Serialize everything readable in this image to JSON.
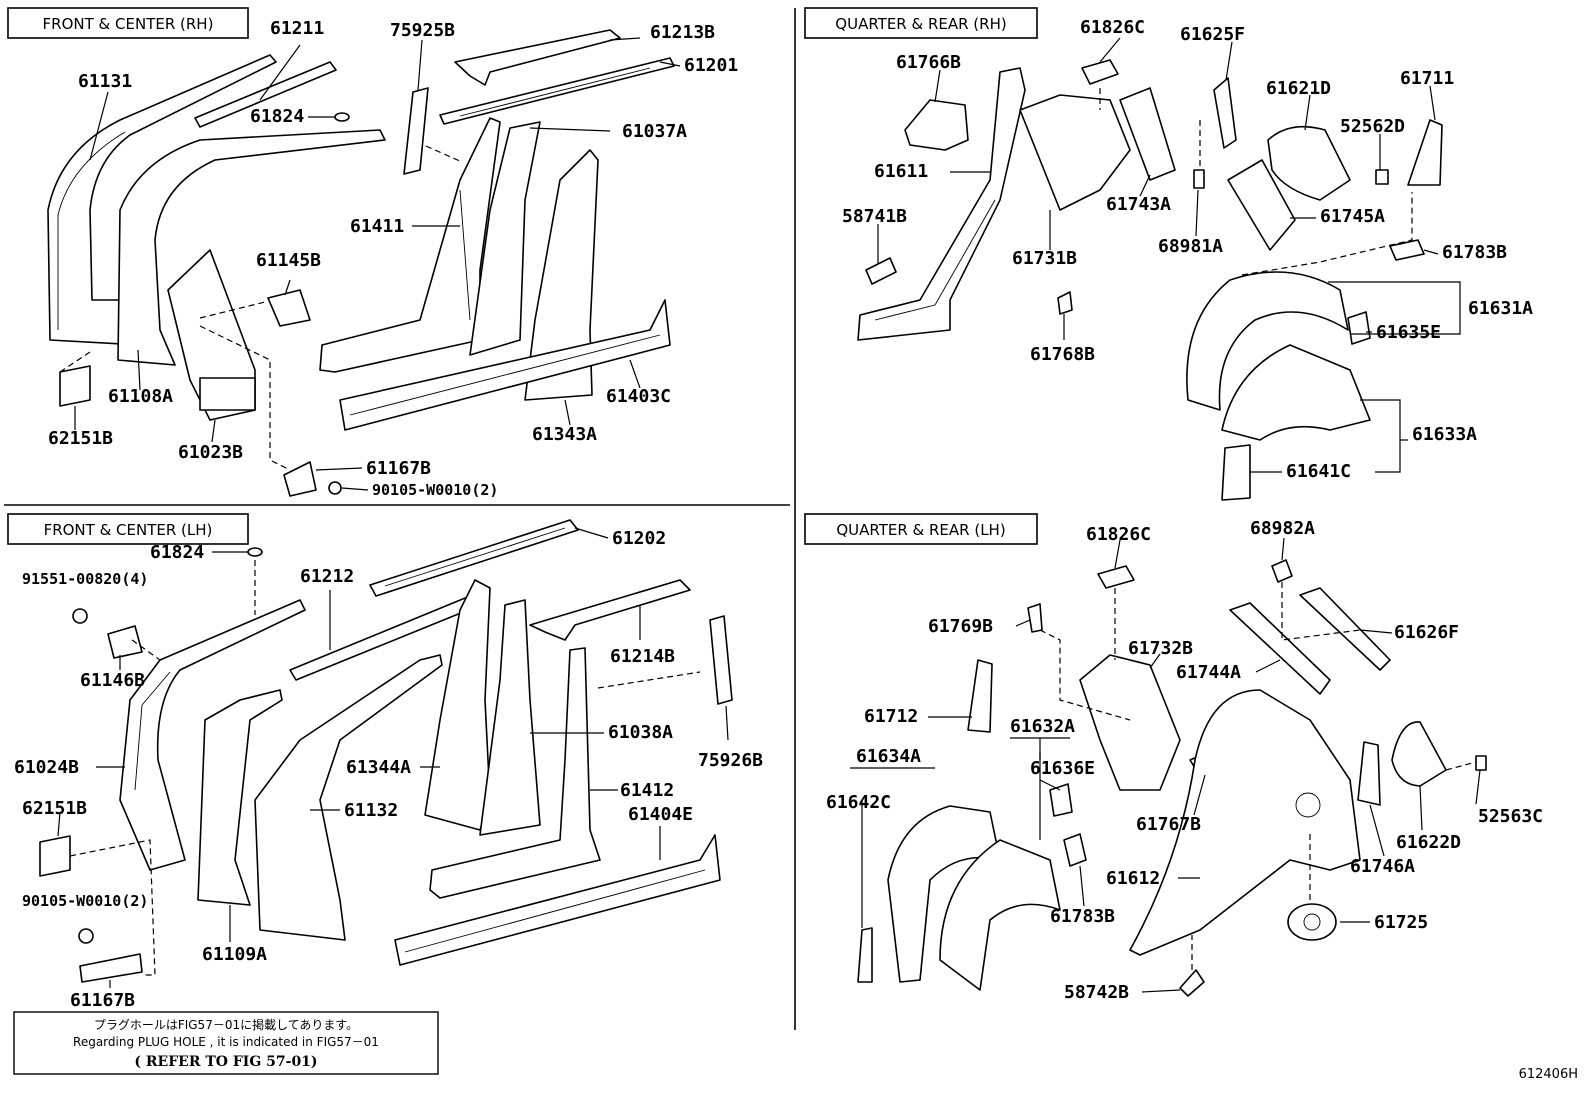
{
  "sections": {
    "front_rh": "FRONT & CENTER (RH)",
    "front_lh": "FRONT & CENTER (LH)",
    "quarter_rh": "QUARTER & REAR (RH)",
    "quarter_lh": "QUARTER & REAR (LH)"
  },
  "labels": {
    "p61211": "61211",
    "p75925B": "75925B",
    "p61213B": "61213B",
    "p61131": "61131",
    "p61201": "61201",
    "p61824_rh": "61824",
    "p61037A": "61037A",
    "p61411": "61411",
    "p61145B": "61145B",
    "p62151B_rh": "62151B",
    "p61108A": "61108A",
    "p61023B": "61023B",
    "p61343A": "61343A",
    "p61403C": "61403C",
    "p61167B_rh": "61167B",
    "p90105_rh": "90105-W0010(2)",
    "p61766B": "61766B",
    "p61826C_rh": "61826C",
    "p61625F": "61625F",
    "p61621D": "61621D",
    "p61711": "61711",
    "p52562D": "52562D",
    "p61611": "61611",
    "p61743A": "61743A",
    "p58741B": "58741B",
    "p61745A": "61745A",
    "p68981A": "68981A",
    "p61731B": "61731B",
    "p61783B_rh": "61783B",
    "p61631A": "61631A",
    "p61635E": "61635E",
    "p61768B": "61768B",
    "p61633A": "61633A",
    "p61641C": "61641C",
    "p61824_lh": "61824",
    "p61202": "61202",
    "p91551": "91551-00820(4)",
    "p61212": "61212",
    "p61214B": "61214B",
    "p61146B": "61146B",
    "p61038A": "61038A",
    "p75926B": "75926B",
    "p61344A": "61344A",
    "p61024B": "61024B",
    "p61412": "61412",
    "p61132": "61132",
    "p61404E": "61404E",
    "p62151B_lh": "62151B",
    "p90105_lh": "90105-W0010(2)",
    "p61109A": "61109A",
    "p61167B_lh": "61167B",
    "p61826C_lh": "61826C",
    "p68982A": "68982A",
    "p61769B": "61769B",
    "p61732B": "61732B",
    "p61626F": "61626F",
    "p61744A": "61744A",
    "p61712": "61712",
    "p61632A": "61632A",
    "p61634A": "61634A",
    "p61636E": "61636E",
    "p52563C": "52563C",
    "p61642C": "61642C",
    "p61767B": "61767B",
    "p61746A": "61746A",
    "p61622D": "61622D",
    "p61612": "61612",
    "p61725": "61725",
    "p61783B_lh": "61783B",
    "p58742B": "58742B"
  },
  "note": {
    "jp": "プラグホールはFIG57－01に掲載してあります。",
    "en": "Regarding  PLUG HOLE , it is indicated in FIG57－01",
    "ref": "( REFER TO FIG 57-01)"
  },
  "figure_id": "612406H"
}
